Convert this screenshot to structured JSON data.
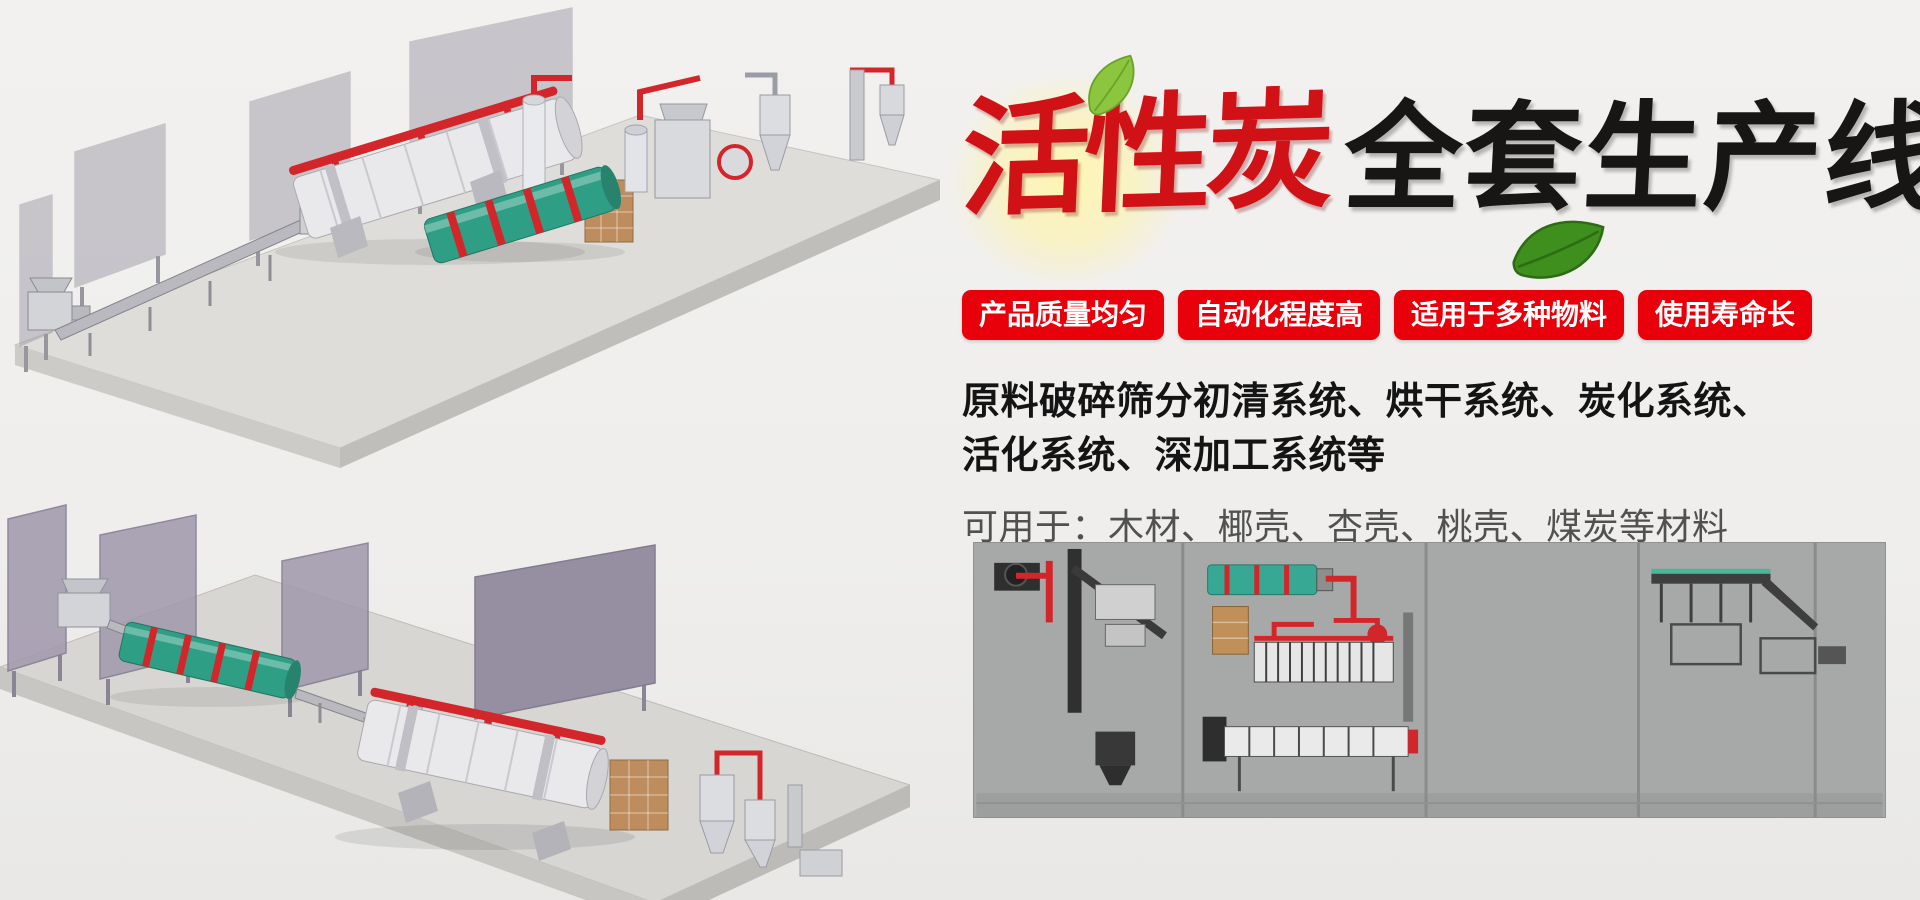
{
  "colors": {
    "page_bg": "#f2f1ef",
    "badge_red": "#e8000b",
    "title_red": "#d01217",
    "title_black": "#171614",
    "desc_text": "#141414",
    "materials_text": "#515151",
    "inset_bg": "#a6a9a7",
    "machine_green": "#2e9e85",
    "pipe_red": "#d3262b",
    "panel_gray": "#9e9ba8",
    "panel_purple": "#a29aae",
    "leaf_green_light": "#8cc63f",
    "leaf_green_dark": "#3f8f1f"
  },
  "title": {
    "highlight": "活性炭",
    "rest": "全套生产线"
  },
  "badges": [
    {
      "label": "产品质量均匀"
    },
    {
      "label": "自动化程度高"
    },
    {
      "label": "适用于多种物料"
    },
    {
      "label": "使用寿命长"
    }
  ],
  "description": {
    "line1": "原料破碎筛分初清系统、烘干系统、炭化系统、",
    "line2": "活化系统、深加工系统等",
    "materials": "可用于：木材、椰壳、杏壳、桃壳、煤炭等材料"
  }
}
